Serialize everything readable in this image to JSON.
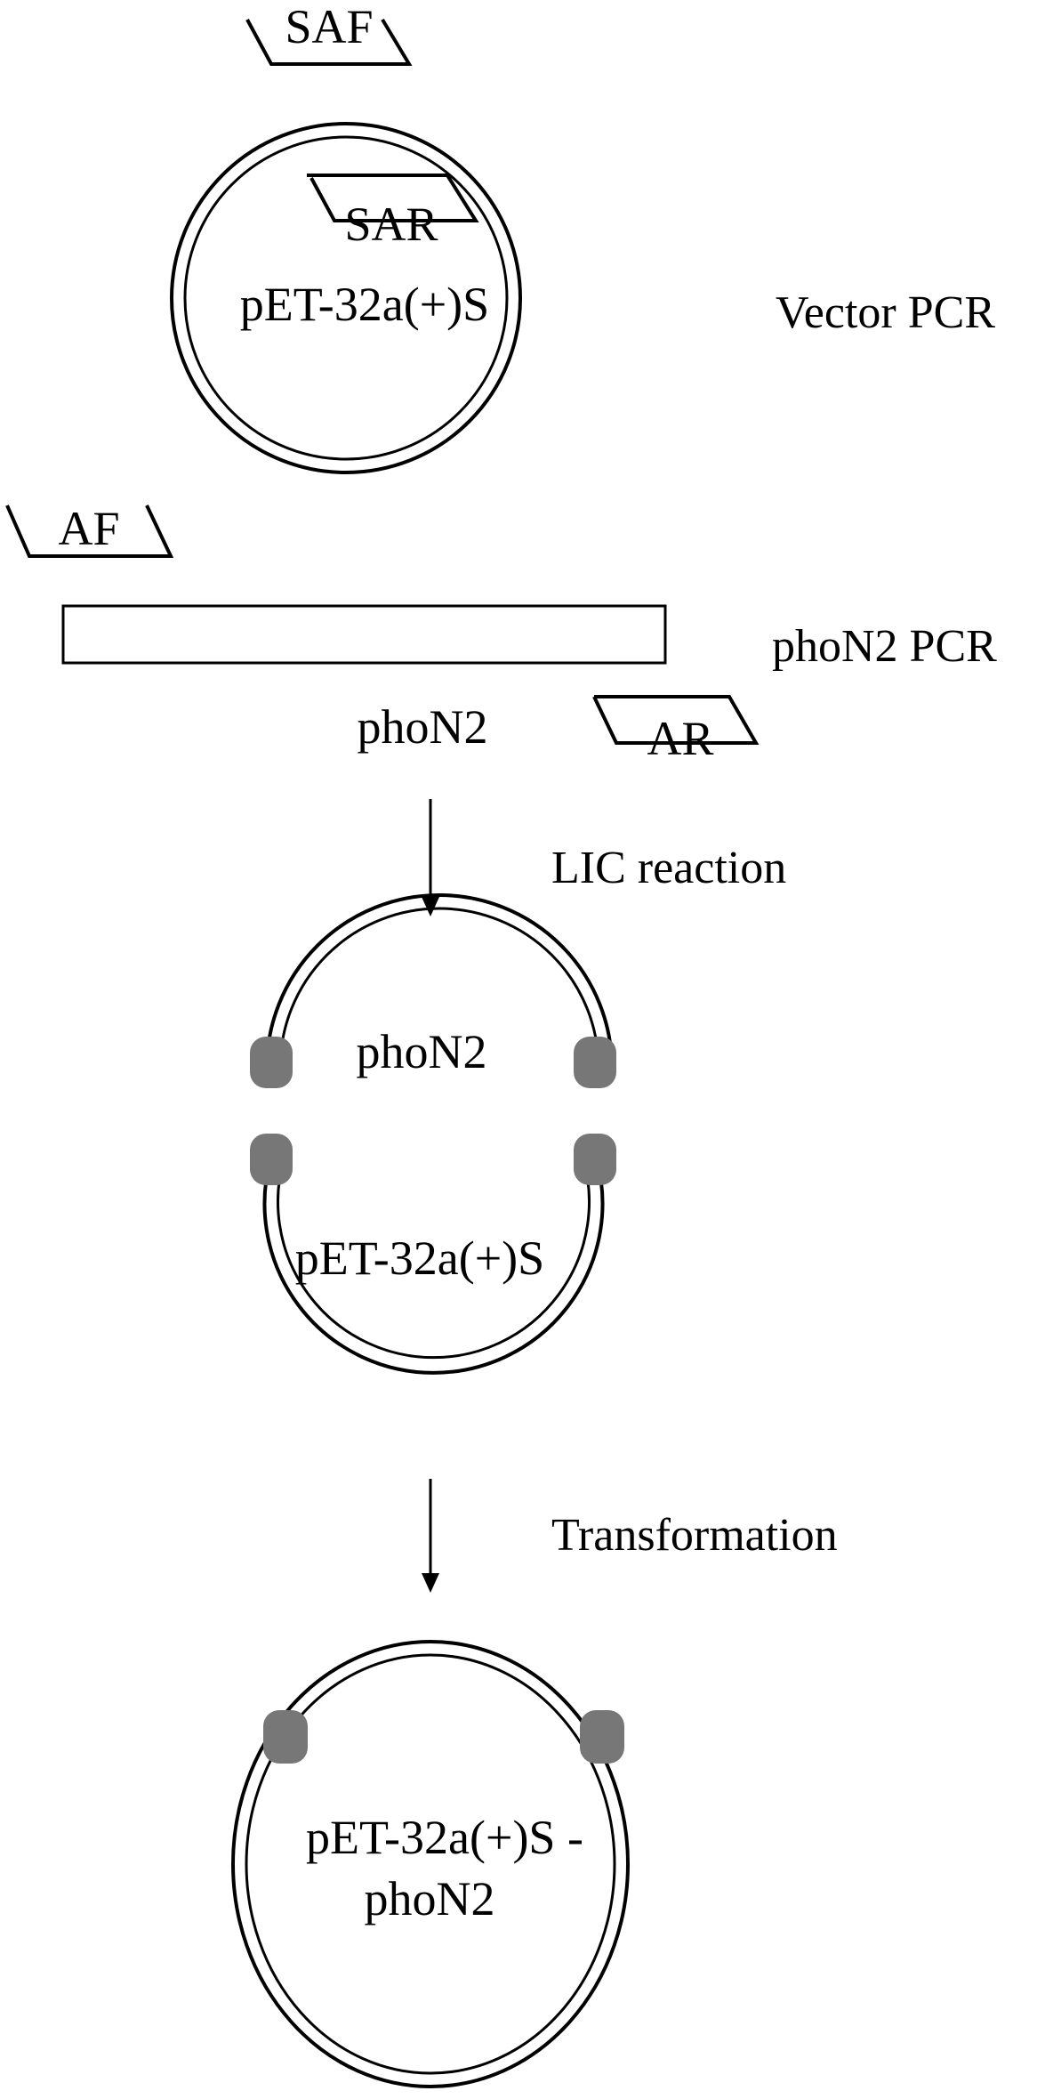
{
  "primers": {
    "saf": "SAF",
    "sar": "SAR",
    "af": "AF",
    "ar": "AR"
  },
  "vector": {
    "name": "pET-32a(+)S"
  },
  "insert": {
    "name": "phoN2"
  },
  "product": {
    "line1": "pET-32a(+)S -",
    "line2": "phoN2"
  },
  "steps": {
    "vector_pcr": "Vector PCR",
    "insert_pcr": "phoN2 PCR",
    "lic": "LIC reaction",
    "transformation": "Transformation"
  },
  "colors": {
    "line": "#000000",
    "sticky_end": "#777777",
    "background": "#ffffff"
  }
}
